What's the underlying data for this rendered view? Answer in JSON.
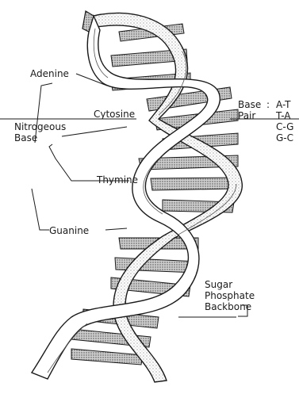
{
  "labels": {
    "adenine": "Adenine",
    "cytosine": "Cytosine",
    "nitrogeous_base": "Nitrogeous\nBase",
    "thymine": "Thymine",
    "guanine": "Guanine",
    "base_pair_title": "Base\nPair",
    "base_pair_colon": ":",
    "pairs": [
      "A-T",
      "T-A",
      "C-G",
      "G-C"
    ],
    "backbone": "Sugar\nPhosphate\nBackbone"
  },
  "colors": {
    "ink": "#1a1a1a",
    "ribbon_fill": "#ffffff",
    "shade": "#555555",
    "rung_dark": "#333333"
  }
}
